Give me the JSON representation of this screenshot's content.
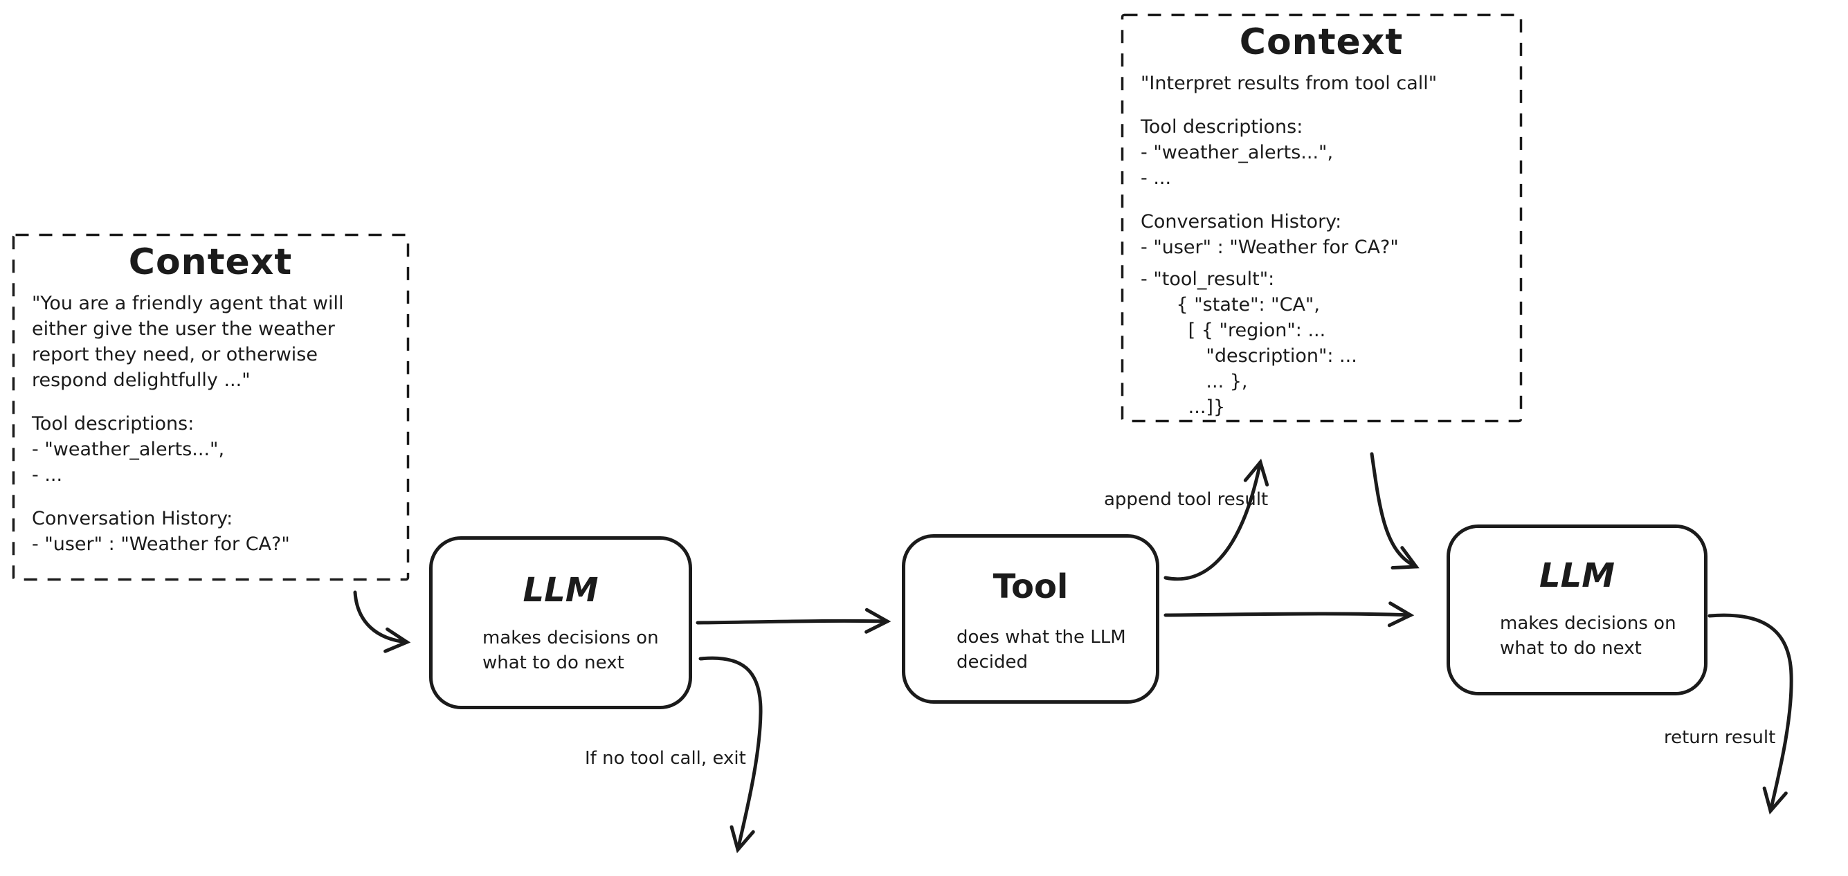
{
  "canvas": {
    "background": "#ffffff",
    "stroke_color": "#1b1b1b"
  },
  "context_left": {
    "title": "Context",
    "system_prompt_lines": [
      "\"You are a friendly agent that will",
      "either give the user the weather",
      "report they need, or otherwise",
      "respond delightfully ...\""
    ],
    "tool_descriptions_heading": "Tool descriptions:",
    "tool_descriptions_items": [
      "- \"weather_alerts...\",",
      "- ..."
    ],
    "history_heading": "Conversation History:",
    "history_items": [
      "- \"user\" : \"Weather for CA?\""
    ]
  },
  "context_right": {
    "title": "Context",
    "instruction": "\"Interpret results from tool call\"",
    "tool_descriptions_heading": "Tool descriptions:",
    "tool_descriptions_items": [
      "- \"weather_alerts...\",",
      "- ..."
    ],
    "history_heading": "Conversation History:",
    "history_items": [
      "- \"user\" : \"Weather for CA?\""
    ],
    "tool_result_lines": [
      "- \"tool_result\":",
      "      { \"state\": \"CA\",",
      "        [ { \"region\": ...",
      "           \"description\": ...",
      "           ... },",
      "        ...]}"
    ]
  },
  "nodes": {
    "llm1": {
      "title": "LLM",
      "subtitle_lines": [
        "makes decisions on",
        "what to do next"
      ]
    },
    "tool": {
      "title": "Tool",
      "subtitle_lines": [
        "does what the LLM",
        "decided"
      ]
    },
    "llm2": {
      "title": "LLM",
      "subtitle_lines": [
        "makes decisions on",
        "what to do next"
      ]
    }
  },
  "edge_labels": {
    "append_tool_result": "append tool result",
    "no_tool_call_exit": "If no tool call, exit",
    "return_result": "return result"
  }
}
